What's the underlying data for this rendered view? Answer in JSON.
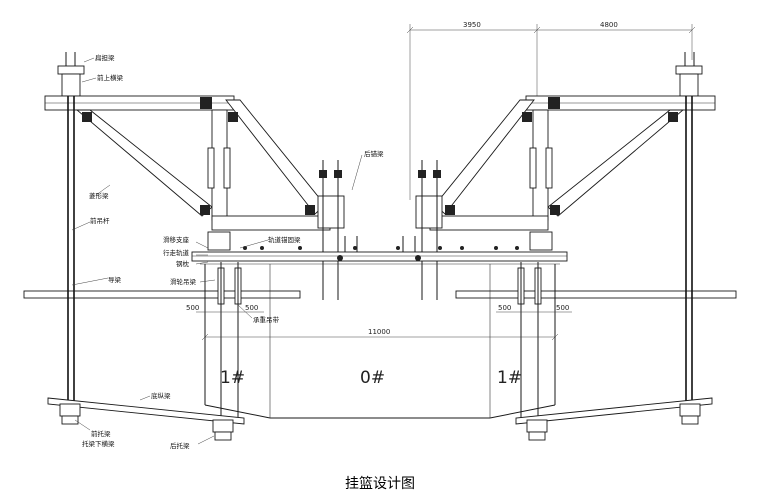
{
  "caption": "挂篮设计图",
  "dimensions": {
    "top_left": "3950",
    "top_right": "4800",
    "total": "11000",
    "left_a": "500",
    "left_b": "500",
    "right_a": "500",
    "right_b": "500"
  },
  "segments": {
    "left": "1#",
    "center": "0#",
    "right": "1#"
  },
  "labels": {
    "bian_jian_liang": "扁担梁",
    "qian_shang_heng_liang": "前上横梁",
    "ling_xing_liang": "菱形梁",
    "qian_diao_gan": "前吊杆",
    "dao_liang": "导梁",
    "hou_mao_liang": "后锚梁",
    "gui_dao_mao_gu_liang": "轨道锚固梁",
    "hua_yi_zhi_zuo": "滑移支座",
    "xing_zou_gui_dao": "行走轨道",
    "gang_zhen": "钢枕",
    "hua_chuan_diao_liang": "滑轮吊梁",
    "chi_zhong_diao_dai": "承重吊带",
    "di_zong_liang": "底纵梁",
    "qian_tuo_liang": "前托梁",
    "tuo_liang_xia_heng_liang": "托梁下横梁",
    "hou_tuo_liang": "后托梁"
  }
}
